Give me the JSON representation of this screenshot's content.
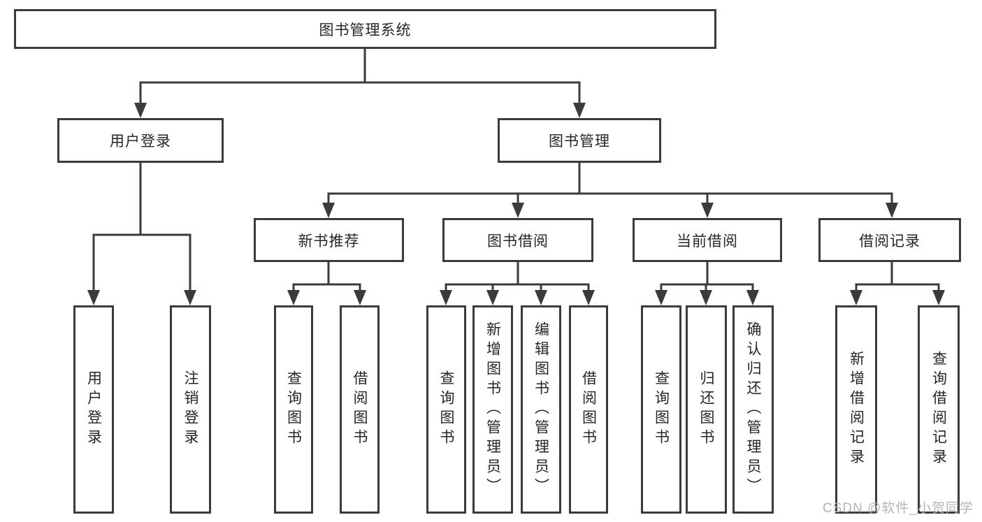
{
  "tree": {
    "label": "图书管理系统",
    "children": [
      {
        "label": "用户登录",
        "children": [
          {
            "label": "用户登录"
          },
          {
            "label": "注销登录"
          }
        ]
      },
      {
        "label": "图书管理",
        "children": [
          {
            "label": "新书推荐",
            "children": [
              {
                "label": "查询图书"
              },
              {
                "label": "借阅图书"
              }
            ]
          },
          {
            "label": "图书借阅",
            "children": [
              {
                "label": "查询图书"
              },
              {
                "label": "新增图书（管理员）"
              },
              {
                "label": "编辑图书（管理员）"
              },
              {
                "label": "借阅图书"
              }
            ]
          },
          {
            "label": "当前借阅",
            "children": [
              {
                "label": "查询图书"
              },
              {
                "label": "归还图书"
              },
              {
                "label": "确认归还（管理员）"
              }
            ]
          },
          {
            "label": "借阅记录",
            "children": [
              {
                "label": "新增借阅记录"
              },
              {
                "label": "查询借阅记录"
              }
            ]
          }
        ]
      }
    ]
  },
  "watermark": {
    "text": "CSDN @软件_小贺同学"
  },
  "colors": {
    "line": "#3b3b3b",
    "box_border": "#3b3b3b",
    "text": "#262626",
    "watermark": "#b5b5b5",
    "background": "#ffffff"
  }
}
